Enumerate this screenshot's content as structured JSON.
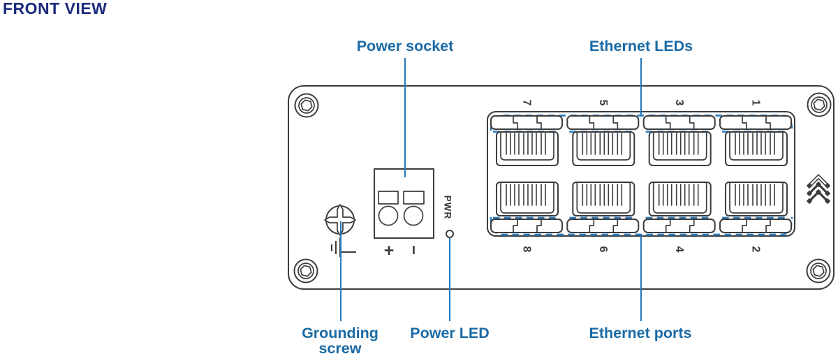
{
  "title": "FRONT VIEW",
  "colors": {
    "outline": "#3c3c3c",
    "title": "#1b2a7c",
    "label": "#1a6aa5",
    "leader": "#2c7ab8",
    "led_dash": "#2e7cbd"
  },
  "callouts": {
    "power_socket": "Power socket",
    "ethernet_leds": "Ethernet LEDs",
    "grounding_line1": "Grounding",
    "grounding_line2": "screw",
    "power_led": "Power LED",
    "ethernet_ports": "Ethernet ports"
  },
  "device": {
    "pwr_label": "PWR",
    "polarity_plus": "+",
    "polarity_minus": "−",
    "port_numbers_top": [
      "7",
      "5",
      "3",
      "1"
    ],
    "port_numbers_bottom": [
      "8",
      "6",
      "4",
      "2"
    ]
  }
}
